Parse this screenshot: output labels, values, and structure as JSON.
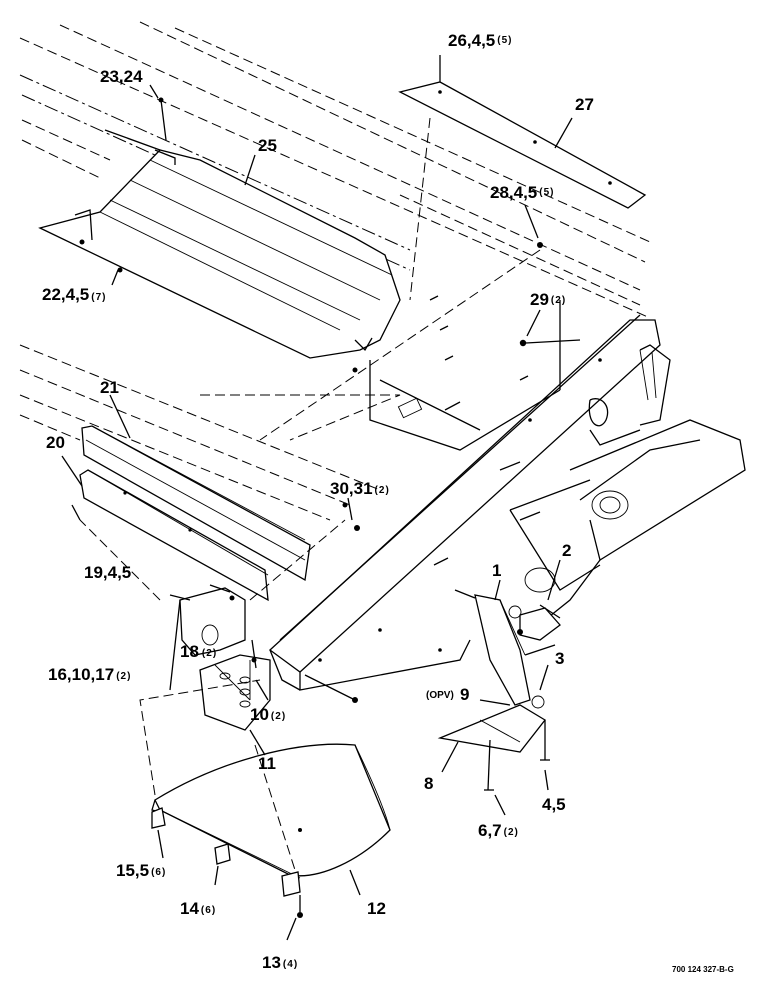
{
  "callouts": [
    {
      "id": "c26",
      "text": "26,4,5",
      "qty": "(5)"
    },
    {
      "id": "c27",
      "text": "27",
      "qty": ""
    },
    {
      "id": "c23",
      "text": "23,24",
      "qty": ""
    },
    {
      "id": "c25",
      "text": "25",
      "qty": ""
    },
    {
      "id": "c28",
      "text": "28,4,5",
      "qty": "(5)"
    },
    {
      "id": "c22",
      "text": "22,4,5",
      "qty": "(7)"
    },
    {
      "id": "c29",
      "text": "29",
      "qty": "(2)"
    },
    {
      "id": "c21",
      "text": "21",
      "qty": ""
    },
    {
      "id": "c20",
      "text": "20",
      "qty": ""
    },
    {
      "id": "c30",
      "text": "30,31",
      "qty": "(2)"
    },
    {
      "id": "c19",
      "text": "19,4,5",
      "qty": ""
    },
    {
      "id": "c1",
      "text": "1",
      "qty": ""
    },
    {
      "id": "c2",
      "text": "2",
      "qty": ""
    },
    {
      "id": "c18",
      "text": "18",
      "qty": "(2)"
    },
    {
      "id": "c16",
      "text": "16,10,17",
      "qty": "(2)"
    },
    {
      "id": "c3",
      "text": "3",
      "qty": ""
    },
    {
      "id": "c10",
      "text": "10",
      "qty": "(2)"
    },
    {
      "id": "c9",
      "text": "9",
      "qty": ""
    },
    {
      "id": "c11",
      "text": "11",
      "qty": ""
    },
    {
      "id": "c8",
      "text": "8",
      "qty": ""
    },
    {
      "id": "c4",
      "text": "4,5",
      "qty": ""
    },
    {
      "id": "c6",
      "text": "6,7",
      "qty": "(2)"
    },
    {
      "id": "c15",
      "text": "15,5",
      "qty": "(6)"
    },
    {
      "id": "c14",
      "text": "14",
      "qty": "(6)"
    },
    {
      "id": "c12",
      "text": "12",
      "qty": ""
    },
    {
      "id": "c13",
      "text": "13",
      "qty": "(4)"
    }
  ],
  "opv_label": "(OPV)",
  "drawing_code": "700 124 327-B-G"
}
